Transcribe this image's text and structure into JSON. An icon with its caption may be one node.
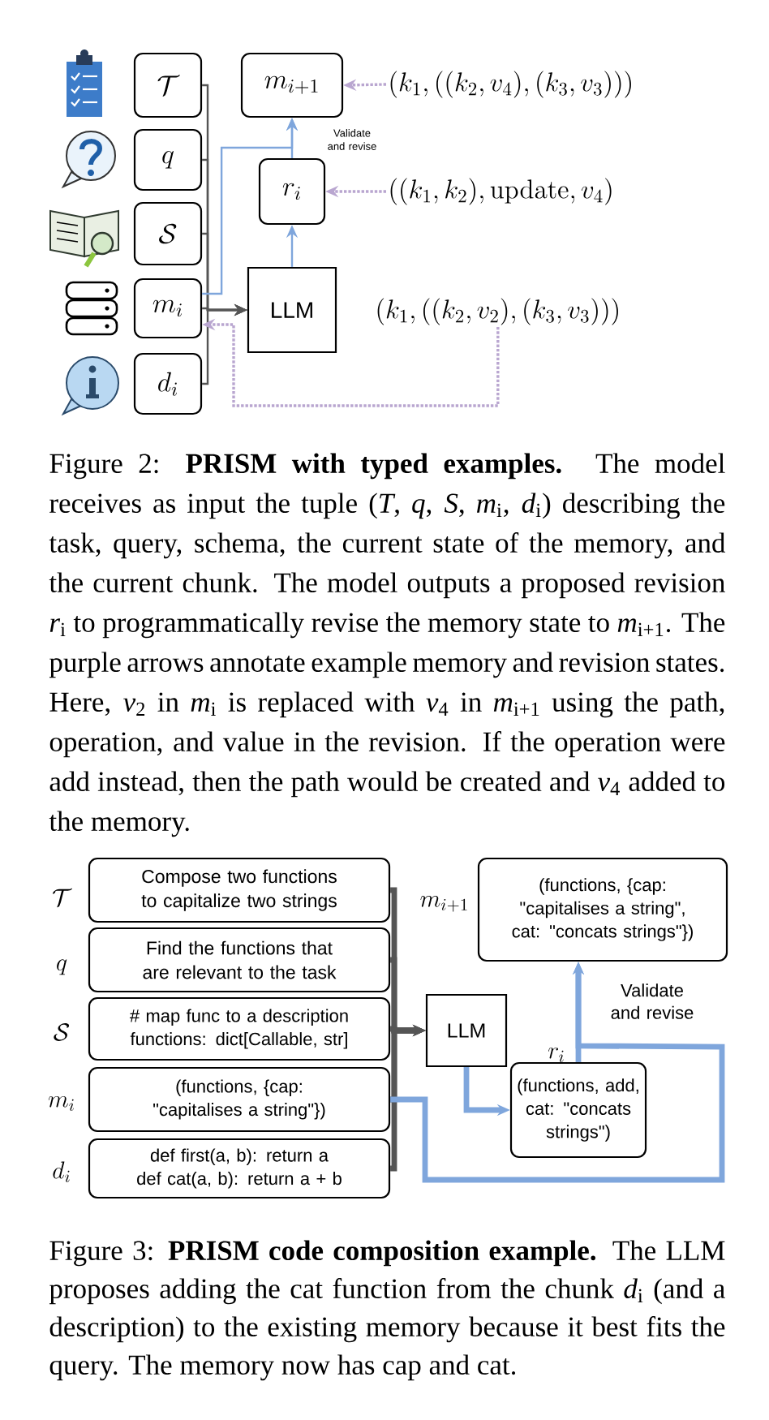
{
  "diagram": {
    "nodes": [
      {
        "text": [
          "\\mathcal{T}"
        ]
      },
      {
        "text": [
          "q"
        ]
      },
      {
        "text": [
          "\\mathcal{S}"
        ]
      },
      {
        "text": [
          "m_i"
        ]
      },
      {
        "text": [
          "d_i"
        ]
      },
      {
        "text": [
          "LLM"
        ]
      },
      {
        "text": [
          "r_i"
        ]
      },
      {
        "text": [
          "m_{i+1}"
        ]
      },
      {
        "text": [
          "(k_1, ((k_2, v_4), (k_3, v_3)))"
        ]
      },
      {
        "text": [
          "((k_1, k_2), \\mathrm{update}, v_4)"
        ]
      },
      {
        "text": [
          "(k_1, ((k_2, v_2), (k_3, v_3)))"
        ]
      },
      {
        "text": [
          "Compose two functions to capitalize two strings"
        ],
        "beside": [
          "\\mathcal{T}"
        ]
      },
      {
        "text": [
          "Find the functions that are relevant to the task"
        ],
        "beside": [
          "q"
        ]
      },
      {
        "text": [
          "# map func to a description",
          "functions: dict[Callable, str]"
        ],
        "beside": [
          "\\mathcal{S}"
        ]
      },
      {
        "text": [
          "(functions, {cap: \"capitalises a string\"})"
        ],
        "beside": [
          "m_i"
        ]
      },
      {
        "text": [
          "def first(a, b): return a",
          "def cat(a, b): return a + b"
        ],
        "beside": [
          "d_i"
        ]
      },
      {
        "text": [
          "LLM"
        ]
      },
      {
        "text": [
          "(functions, add, cat: \"concats strings\")"
        ],
        "beside": [
          "r_i"
        ]
      },
      {
        "text": [
          "(functions, {cap: \"capitalises a string\", cat: \"concats strings\"})"
        ],
        "beside": [
          "m_{i+1}"
        ]
      }
    ],
    "edges": [
      {
        "from": 0,
        "to": 5,
        "arrow": "to"
      },
      {
        "from": 1,
        "to": 5,
        "arrow": "to"
      },
      {
        "from": 2,
        "to": 5,
        "arrow": "to"
      },
      {
        "from": 3,
        "to": 5,
        "arrow": "to"
      },
      {
        "from": 4,
        "to": 5,
        "arrow": "to"
      },
      {
        "from": 3,
        "to": 7,
        "arrow": "to",
        "color": "#7fa6dc"
      },
      {
        "from": 5,
        "to": 6,
        "arrow": "to",
        "color": "#7fa6dc"
      },
      {
        "from": 6,
        "to": 7,
        "arrow": "to",
        "color": "#7fa6dc",
        "label": "Validate and revise"
      },
      {
        "from": 8,
        "to": 7,
        "arrow": "to",
        "style": "dashed",
        "color": "#b9a6d0"
      },
      {
        "from": 9,
        "to": 6,
        "arrow": "to",
        "style": "dashed",
        "color": "#b9a6d0"
      },
      {
        "from": 10,
        "to": 3,
        "arrow": "to",
        "style": "dashed",
        "color": "#b9a6d0"
      },
      {
        "from": 11,
        "to": 16,
        "arrow": "to",
        "style": "thick"
      },
      {
        "from": 12,
        "to": 16,
        "arrow": "to",
        "style": "thick"
      },
      {
        "from": 13,
        "to": 16,
        "arrow": "to",
        "style": "thick"
      },
      {
        "from": 14,
        "to": 16,
        "arrow": "to",
        "style": "thick"
      },
      {
        "from": 15,
        "to": 16,
        "arrow": "to",
        "style": "thick"
      },
      {
        "from": 16,
        "to": 17,
        "arrow": "to",
        "style": "thick",
        "color": "#7fa6dc"
      },
      {
        "from": 14,
        "to": 18,
        "arrow": "to",
        "style": "thick",
        "color": "#7fa6dc"
      },
      {
        "from": 17,
        "to": 18,
        "arrow": "to",
        "style": "thick",
        "color": "#7fa6dc",
        "label": "Validate and revise"
      }
    ],
    "labels": [
      "Figure 2: **PRISM with typed examples.** The model receives as input the tuple (*T*, *q*, *S*, *m*$_{i}$, *d*$_{i}$) describing the task, query, schema, the current state of the memory, and the current chunk. The model outputs a proposed revision *r*$_{i}$ to programmatically revise the memory state to *m*$_{i+1}$. The purple arrows annotate example memory and revision states. Here, *v*$_{2}$ in *m*$_{i}$ is replaced with *v*$_{4}$ in *m*$_{i+1}$ using the path, operation, and value in the revision. If the operation were add instead, then the path would be created and *v*$_{4}$ added to the memory.",
      "Figure 3: **PRISM code composition example.** The LLM proposes adding the cat function from the chunk *d*$_{i}$ (and a description) to the existing memory because it best fits the query. The memory now has cap and cat."
    ]
  }
}
